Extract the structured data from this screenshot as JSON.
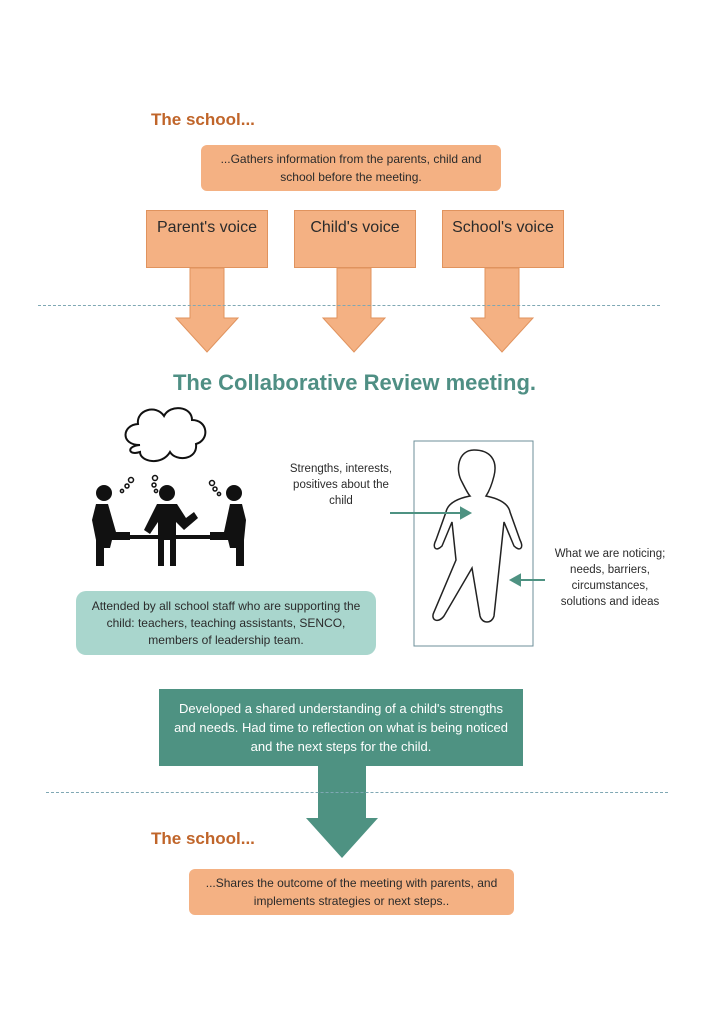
{
  "top": {
    "heading": "The school...",
    "gather_text": "...Gathers information from the parents, child and school before the meeting.",
    "voices": [
      {
        "label": "Parent's voice"
      },
      {
        "label": "Child's voice"
      },
      {
        "label": "School's voice"
      }
    ]
  },
  "meeting": {
    "title": "The Collaborative Review meeting.",
    "attendees": "Attended by all school staff who are supporting the child: teachers, teaching assistants, SENCO, members of leadership team.",
    "strengths_note": "Strengths, interests, positives about the child",
    "noticing_note": "What we are noticing; needs, barriers, circumstances, solutions and ideas",
    "outcome": "Developed a shared understanding of a child's strengths and needs. Had time to reflection on what is being noticed and the next steps for the child."
  },
  "bottom": {
    "heading": "The school...",
    "shares_text": "...Shares the outcome of the meeting with parents, and implements strategies or next steps.."
  },
  "colors": {
    "orange": "#f4b183",
    "orange_text": "#c0652a",
    "teal_title": "#4f8f84",
    "light_teal": "#a9d6cd",
    "dark_teal": "#4e9282"
  }
}
